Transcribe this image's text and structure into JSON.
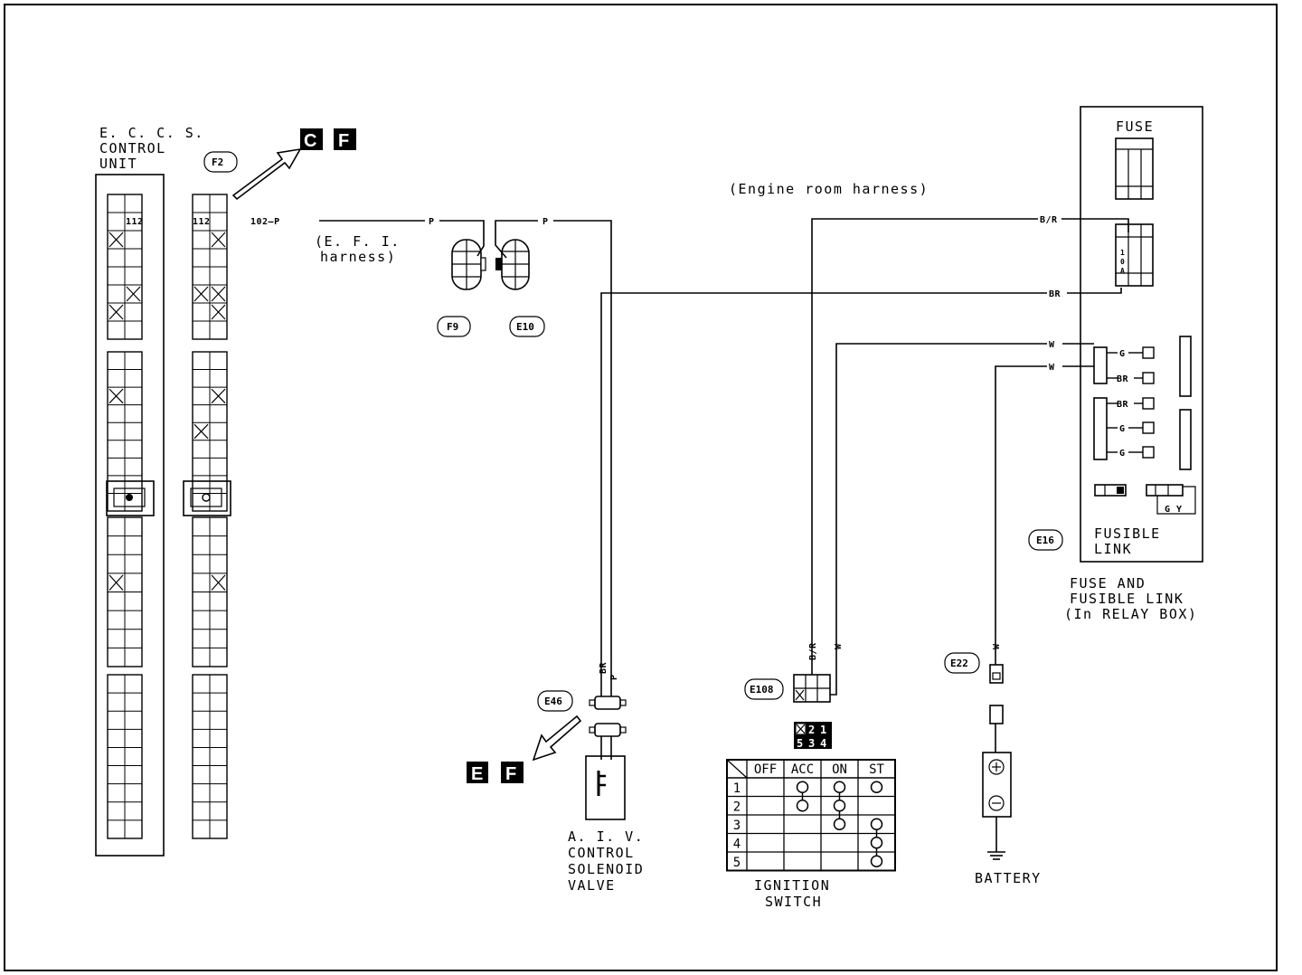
{
  "ecm": {
    "title_lines": [
      "E. C. C. S.",
      "CONTROL",
      "UNIT"
    ],
    "pin": "112"
  },
  "connectors": {
    "f2": "F2",
    "f9": "F9",
    "e10": "E10",
    "e46": "E46",
    "e108": "E108",
    "e22": "E22",
    "e16": "E16"
  },
  "refs": {
    "top": [
      "C",
      "F"
    ],
    "bottom": [
      "E",
      "F"
    ]
  },
  "harness": {
    "efi_lines": [
      "(E. F. I.",
      "harness)"
    ],
    "engine_room": "(Engine room harness)"
  },
  "wires": {
    "pin_p": "102—P",
    "p": "P",
    "br_slash_r": "B/R",
    "br": "BR",
    "w": "W",
    "g": "G",
    "gy": "G Y"
  },
  "fuse_box": {
    "fuse_label": "FUSE",
    "fusible_lines": [
      "FUSIBLE",
      "LINK"
    ],
    "caption_lines": [
      "FUSE AND",
      "FUSIBLE LINK",
      "(In RELAY BOX)"
    ]
  },
  "aiv": {
    "caption_lines": [
      "A. I. V.",
      "CONTROL",
      "SOLENOID",
      "VALVE"
    ]
  },
  "ignition": {
    "caption_lines": [
      "IGNITION",
      "SWITCH"
    ],
    "connector_top": [
      "2",
      "1"
    ],
    "connector_bottom": [
      "5",
      "3",
      "4"
    ],
    "columns": [
      "OFF",
      "ACC",
      "ON",
      "ST"
    ],
    "rows": [
      "1",
      "2",
      "3",
      "4",
      "5"
    ],
    "connections": [
      [
        0,
        1,
        1,
        1
      ],
      [
        0,
        1,
        1,
        0
      ],
      [
        0,
        0,
        1,
        1
      ],
      [
        0,
        0,
        0,
        1
      ],
      [
        0,
        0,
        0,
        1
      ]
    ]
  },
  "battery": {
    "label": "BATTERY",
    "plus": "+",
    "minus": "−"
  }
}
